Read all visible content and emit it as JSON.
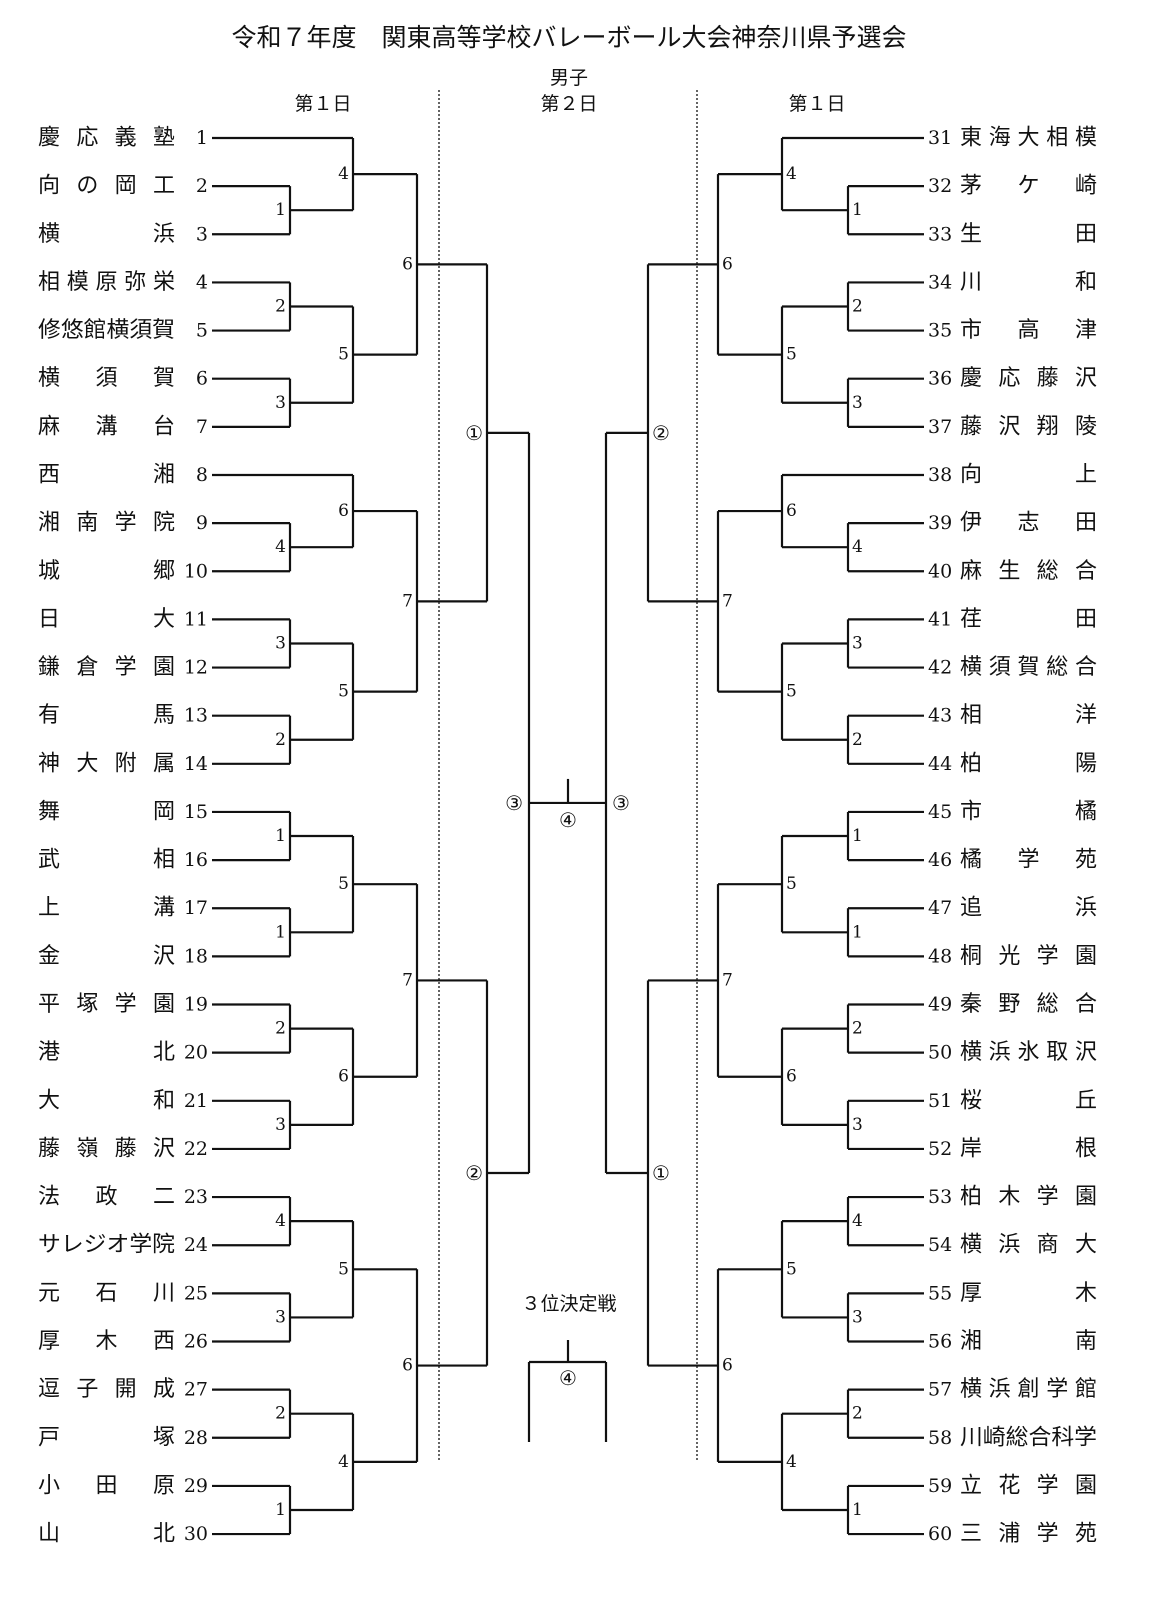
{
  "title": "令和７年度　関東高等学校バレーボール大会神奈川県予選会",
  "division": "男子",
  "headers": {
    "day1_left": "第１日",
    "day2": "第２日",
    "day1_right": "第１日"
  },
  "third_place_label": "３位決定戦",
  "left_teams": [
    {
      "num": "1",
      "name": "慶応義塾"
    },
    {
      "num": "2",
      "name": "向の岡工"
    },
    {
      "num": "3",
      "name": "横浜"
    },
    {
      "num": "4",
      "name": "相模原弥栄"
    },
    {
      "num": "5",
      "name": "修悠館横須賀"
    },
    {
      "num": "6",
      "name": "横須賀"
    },
    {
      "num": "7",
      "name": "麻溝台"
    },
    {
      "num": "8",
      "name": "西湘"
    },
    {
      "num": "9",
      "name": "湘南学院"
    },
    {
      "num": "10",
      "name": "城郷"
    },
    {
      "num": "11",
      "name": "日大"
    },
    {
      "num": "12",
      "name": "鎌倉学園"
    },
    {
      "num": "13",
      "name": "有馬"
    },
    {
      "num": "14",
      "name": "神大附属"
    },
    {
      "num": "15",
      "name": "舞岡"
    },
    {
      "num": "16",
      "name": "武相"
    },
    {
      "num": "17",
      "name": "上溝"
    },
    {
      "num": "18",
      "name": "金沢"
    },
    {
      "num": "19",
      "name": "平塚学園"
    },
    {
      "num": "20",
      "name": "港北"
    },
    {
      "num": "21",
      "name": "大和"
    },
    {
      "num": "22",
      "name": "藤嶺藤沢"
    },
    {
      "num": "23",
      "name": "法政二"
    },
    {
      "num": "24",
      "name": "サレジオ学院"
    },
    {
      "num": "25",
      "name": "元石川"
    },
    {
      "num": "26",
      "name": "厚木西"
    },
    {
      "num": "27",
      "name": "逗子開成"
    },
    {
      "num": "28",
      "name": "戸塚"
    },
    {
      "num": "29",
      "name": "小田原"
    },
    {
      "num": "30",
      "name": "山北"
    }
  ],
  "right_teams": [
    {
      "num": "31",
      "name": "東海大相模"
    },
    {
      "num": "32",
      "name": "茅ケ崎"
    },
    {
      "num": "33",
      "name": "生田"
    },
    {
      "num": "34",
      "name": "川和"
    },
    {
      "num": "35",
      "name": "市高津"
    },
    {
      "num": "36",
      "name": "慶応藤沢"
    },
    {
      "num": "37",
      "name": "藤沢翔陵"
    },
    {
      "num": "38",
      "name": "向上"
    },
    {
      "num": "39",
      "name": "伊志田"
    },
    {
      "num": "40",
      "name": "麻生総合"
    },
    {
      "num": "41",
      "name": "荏田"
    },
    {
      "num": "42",
      "name": "横須賀総合"
    },
    {
      "num": "43",
      "name": "相洋"
    },
    {
      "num": "44",
      "name": "柏陽"
    },
    {
      "num": "45",
      "name": "市橘"
    },
    {
      "num": "46",
      "name": "橘学苑"
    },
    {
      "num": "47",
      "name": "追浜"
    },
    {
      "num": "48",
      "name": "桐光学園"
    },
    {
      "num": "49",
      "name": "秦野総合"
    },
    {
      "num": "50",
      "name": "横浜氷取沢"
    },
    {
      "num": "51",
      "name": "桜丘"
    },
    {
      "num": "52",
      "name": "岸根"
    },
    {
      "num": "53",
      "name": "柏木学園"
    },
    {
      "num": "54",
      "name": "横浜商大"
    },
    {
      "num": "55",
      "name": "厚木"
    },
    {
      "num": "56",
      "name": "湘南"
    },
    {
      "num": "57",
      "name": "横浜創学館"
    },
    {
      "num": "58",
      "name": "川崎総合科学"
    },
    {
      "num": "59",
      "name": "立花学園"
    },
    {
      "num": "60",
      "name": "三浦学苑"
    }
  ],
  "match_labels": {
    "left_r1": [
      "1",
      "2",
      "3",
      "4",
      "3",
      "2",
      "1",
      "1",
      "2",
      "3",
      "4",
      "3",
      "2",
      "1"
    ],
    "left_r2": [
      "4",
      "5",
      "6",
      "5",
      "5",
      "6",
      "5",
      "4"
    ],
    "left_r3": [
      "6",
      "7",
      "7",
      "6"
    ],
    "left_r4": [
      "①",
      "②"
    ],
    "right_r1": [
      "1",
      "2",
      "3",
      "4",
      "3",
      "2",
      "1",
      "1",
      "2",
      "3",
      "4",
      "3",
      "2",
      "1"
    ],
    "right_r2": [
      "4",
      "5",
      "6",
      "5",
      "5",
      "6",
      "5",
      "4"
    ],
    "right_r3": [
      "6",
      "7",
      "7",
      "6"
    ],
    "right_r4": [
      "②",
      "①"
    ],
    "semi_left": "③",
    "semi_right": "③",
    "final": "④",
    "third_place": "④"
  }
}
